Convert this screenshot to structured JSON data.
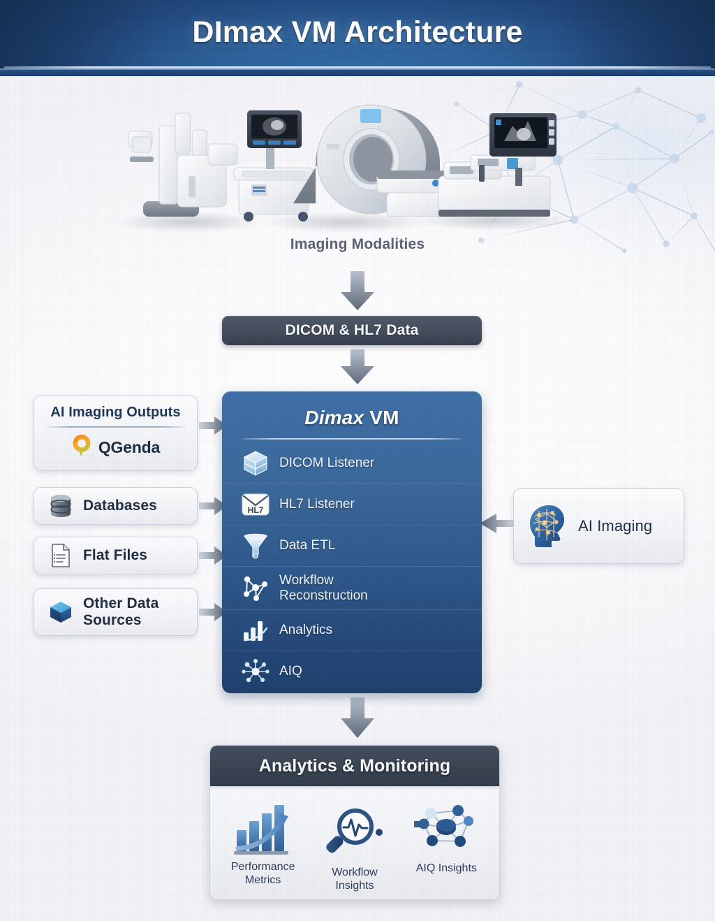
{
  "header": {
    "title": "DImax VM Architecture",
    "bar_color": "#1d4377",
    "accent_rule_color": "#e8f0fa"
  },
  "modalities": {
    "label": "Imaging Modalities",
    "devices": [
      "mammography-unit",
      "ultrasound-cart",
      "mri-ct-scanner",
      "lab-analyzer-workstation"
    ]
  },
  "data_bar": {
    "label": "DICOM & HL7 Data",
    "color": "#444d5b"
  },
  "vm": {
    "title_italic": "Dimax",
    "title_rest": " VM",
    "box_color_top": "#3c6ca6",
    "box_color_bottom": "#1b3d6b",
    "items": [
      {
        "label": "DICOM Listener",
        "icon": "cube-icon"
      },
      {
        "label": "HL7 Listener",
        "icon": "envelope-hl7-icon"
      },
      {
        "label": "Data ETL",
        "icon": "funnel-icon"
      },
      {
        "label": "Workflow\nReconstruction",
        "icon": "network-nodes-icon"
      },
      {
        "label": "Analytics",
        "icon": "bar-chart-icon"
      },
      {
        "label": "AIQ",
        "icon": "hub-star-icon"
      }
    ]
  },
  "sources": {
    "ai_outputs": {
      "title": "AI Imaging Outputs",
      "vendor": "QGenda",
      "vendor_logo_colors": [
        "#f39019",
        "#f5a623",
        "#c7c53a"
      ]
    },
    "items": [
      {
        "label": "Databases",
        "icon": "database-icon"
      },
      {
        "label": "Flat Files",
        "icon": "document-icon"
      },
      {
        "label": "Other Data\nSources",
        "icon": "blue-cube-icon"
      }
    ]
  },
  "ai_imaging": {
    "label": "AI Imaging",
    "icon": "brain-head-icon"
  },
  "analytics_panel": {
    "title": "Analytics & Monitoring",
    "header_color": "#39424f",
    "items": [
      {
        "label": "Performance\nMetrics",
        "icon": "growth-bar-chart-icon"
      },
      {
        "label": "Workflow\nInsights",
        "icon": "magnifier-pulse-icon"
      },
      {
        "label": "AIQ Insights",
        "icon": "network-graph-icon"
      }
    ]
  },
  "arrows": {
    "color": "#6b7689",
    "flow": [
      "modalities-to-data-bar",
      "data-bar-to-vm",
      "ai-outputs-to-vm",
      "databases-to-vm",
      "flat-files-to-vm",
      "other-sources-to-vm",
      "ai-imaging-to-vm",
      "vm-to-analytics"
    ]
  }
}
